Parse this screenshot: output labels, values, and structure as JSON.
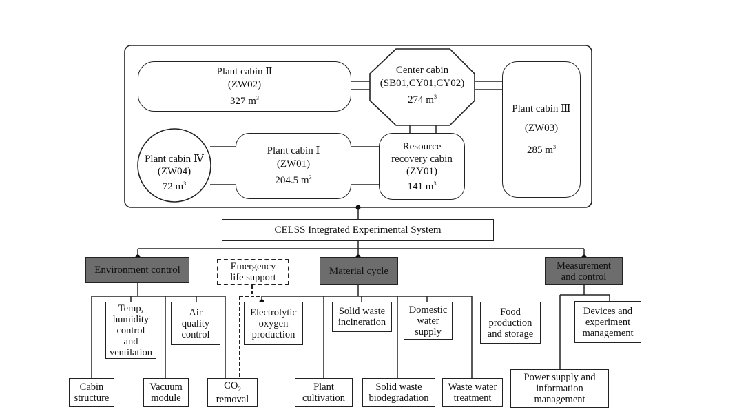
{
  "cabins": {
    "plant2": {
      "name": "Plant cabin Ⅱ",
      "code": "(ZW02)",
      "volume": "327 m",
      "unit_sup": "3"
    },
    "center": {
      "name": "Center cabin",
      "code": "(SB01,CY01,CY02)",
      "volume": "274 m",
      "unit_sup": "3"
    },
    "plant3": {
      "name": "Plant cabin Ⅲ",
      "code": "(ZW03)",
      "volume": "285 m",
      "unit_sup": "3"
    },
    "plant4": {
      "name": "Plant cabin Ⅳ",
      "code": "(ZW04)",
      "volume": "72 m",
      "unit_sup": "3"
    },
    "plant1": {
      "name": "Plant cabin Ⅰ",
      "code": "(ZW01)",
      "volume": "204.5 m",
      "unit_sup": "3"
    },
    "resource": {
      "name1": "Resource",
      "name2": "recovery cabin",
      "code": "(ZY01)",
      "volume": "141 m",
      "unit_sup": "3"
    }
  },
  "system_title": "CELSS Integrated Experimental System",
  "categories": {
    "environment": "Environment control",
    "emergency": [
      "Emergency",
      "life support"
    ],
    "material": "Material cycle",
    "measurement": [
      "Measurement",
      "and control"
    ]
  },
  "env_items": {
    "temp": [
      "Temp,",
      "humidity",
      "control",
      "and",
      "ventilation"
    ],
    "air": [
      "Air",
      "quality",
      "control"
    ],
    "cabin": [
      "Cabin",
      "structure"
    ],
    "vacuum": [
      "Vacuum",
      "module"
    ],
    "co2": [
      "CO",
      "removal"
    ],
    "co2_sub": "2"
  },
  "material_items": {
    "electrolytic": [
      "Electrolytic",
      "oxygen",
      "production"
    ],
    "solid_inc": [
      "Solid waste",
      "incineration"
    ],
    "domestic": [
      "Domestic",
      "water",
      "supply"
    ],
    "food": [
      "Food",
      "production",
      "and storage"
    ],
    "plant_cult": [
      "Plant",
      "cultivation"
    ],
    "solid_bio": [
      "Solid waste",
      "biodegradation"
    ],
    "waste_water": [
      "Waste water",
      "treatment"
    ]
  },
  "measure_items": {
    "devices": [
      "Devices and",
      "experiment",
      "management"
    ],
    "power": [
      "Power supply and",
      "information",
      "management"
    ]
  }
}
